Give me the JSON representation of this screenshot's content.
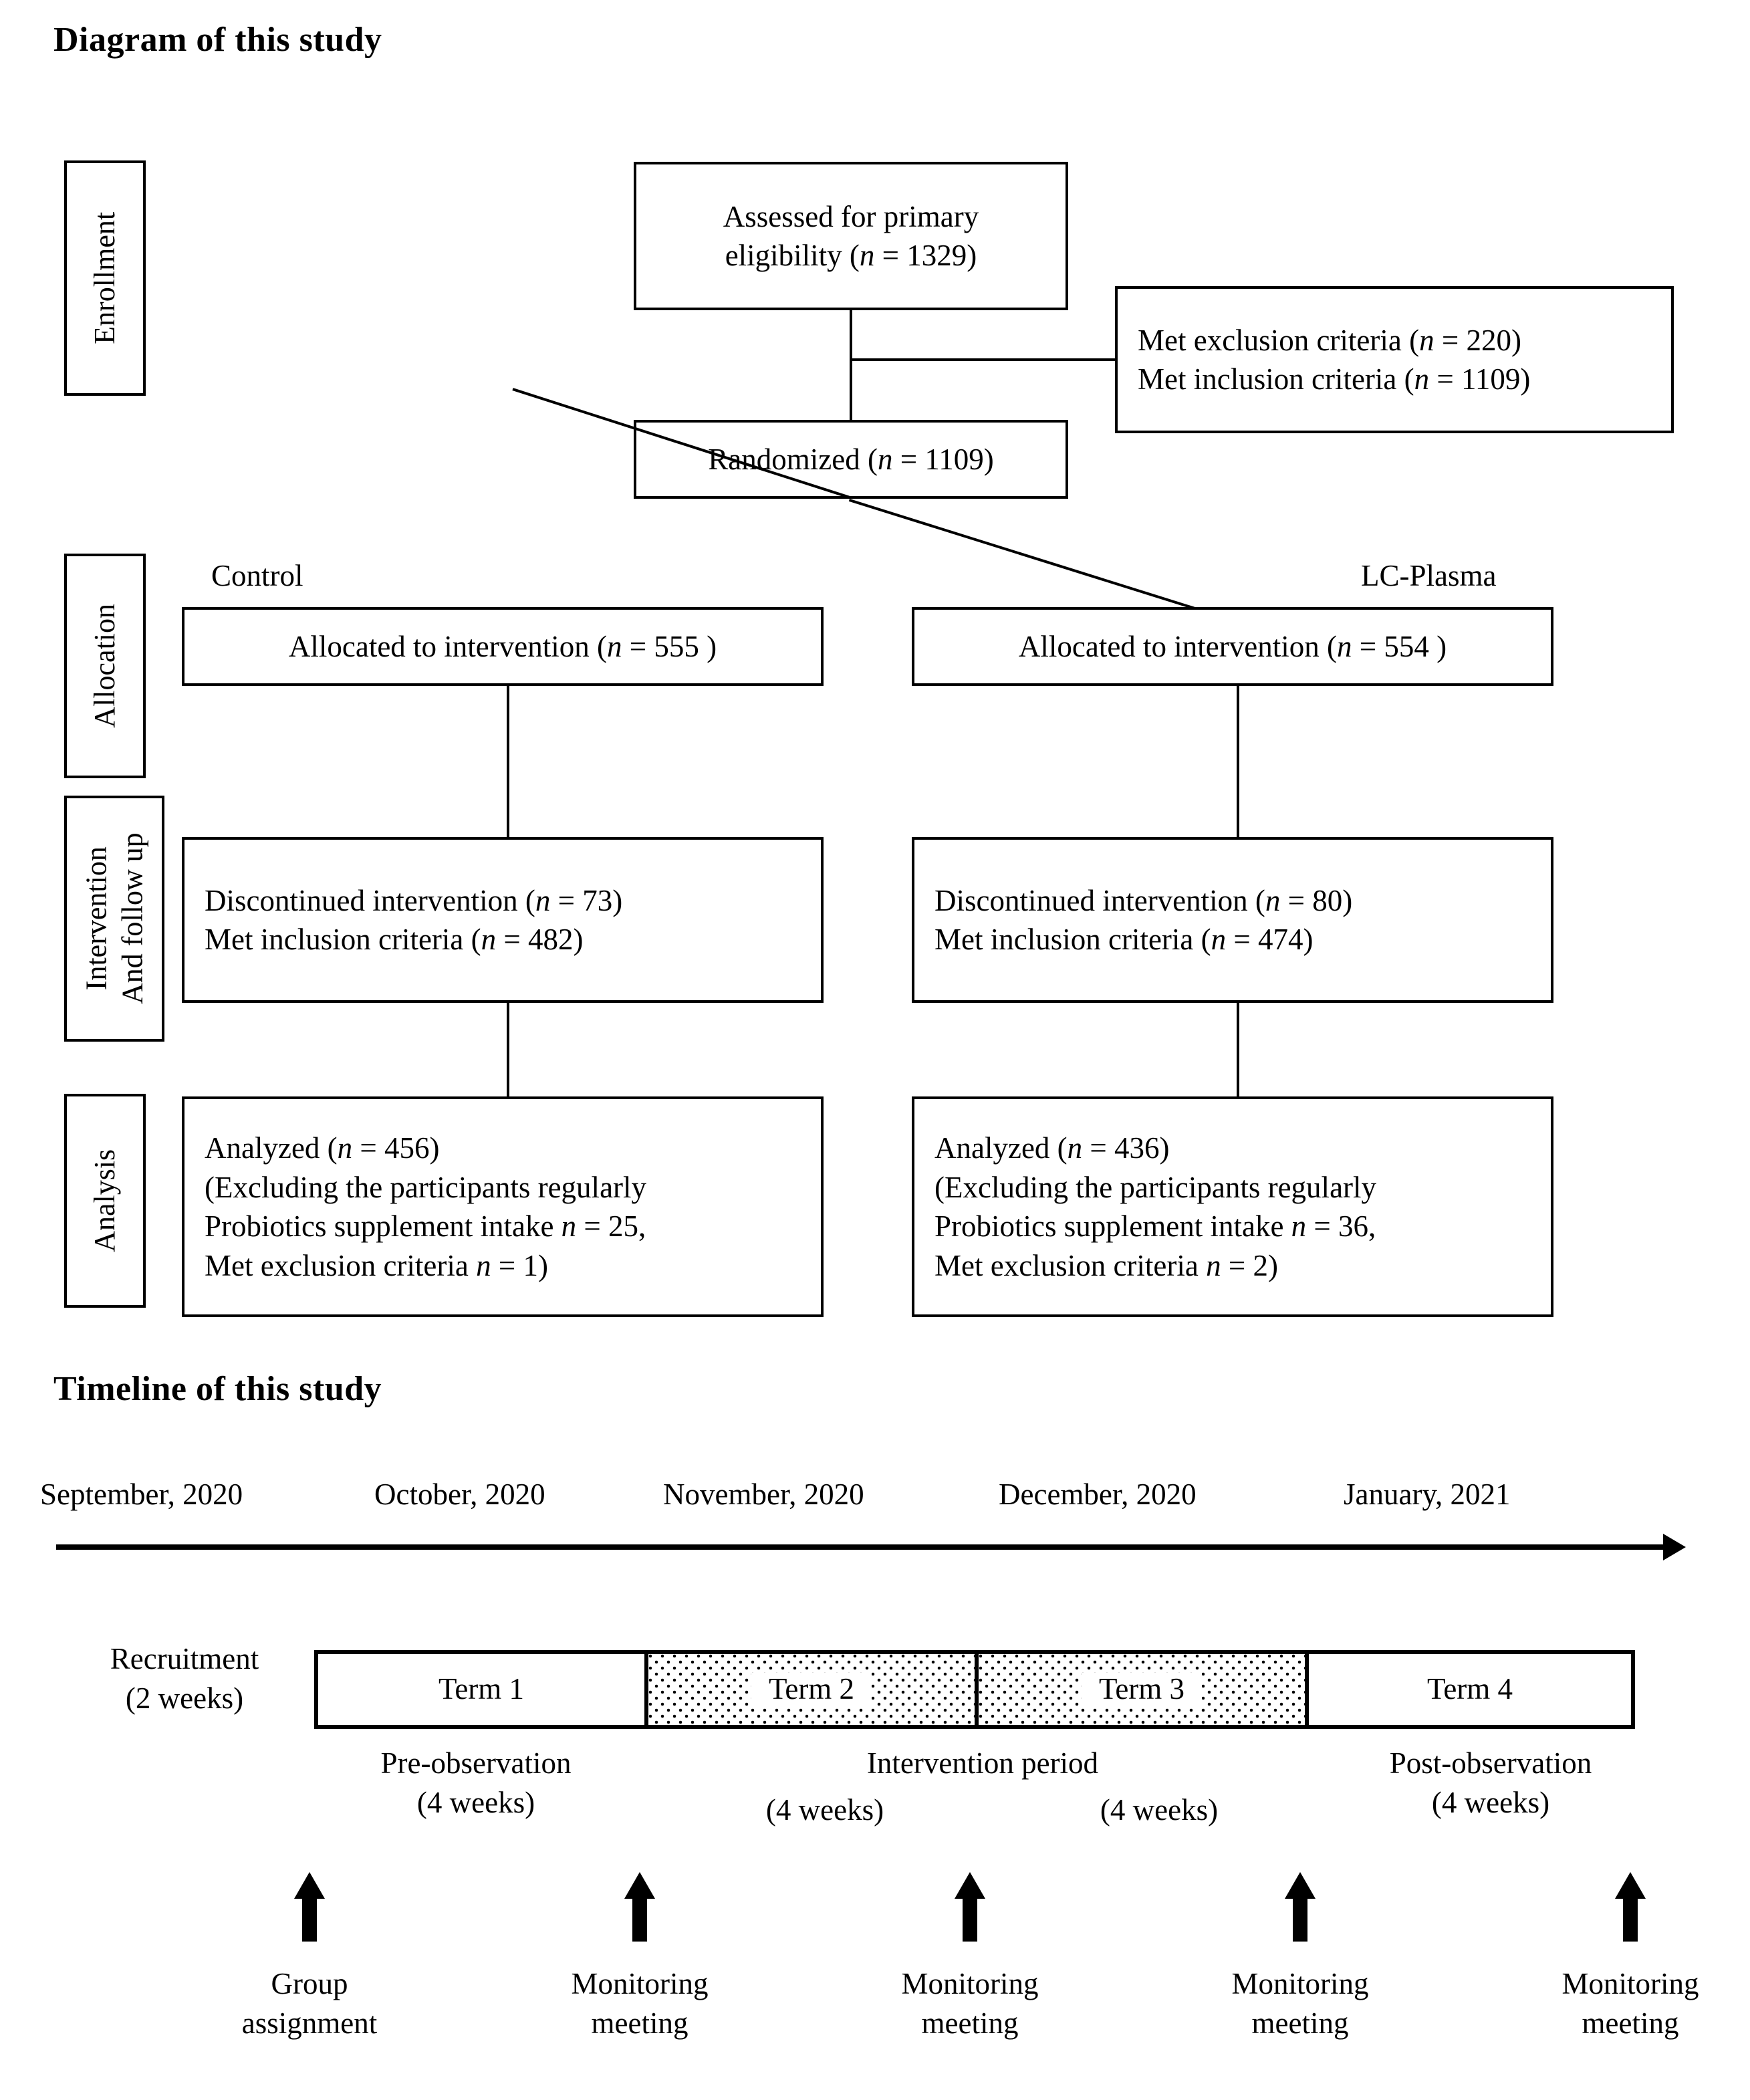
{
  "diagram": {
    "title": "Diagram of this study",
    "stages": [
      {
        "name": "enrollment",
        "label": "Enrollment"
      },
      {
        "name": "allocation",
        "label": "Allocation"
      },
      {
        "name": "intervention",
        "label_line1": "Intervention",
        "label_line2": "And follow up"
      },
      {
        "name": "analysis",
        "label": "Analysis"
      }
    ],
    "boxes": {
      "assessed": {
        "line1": "Assessed for primary",
        "line2": "eligibility  (n = 1329)",
        "n": 1329
      },
      "excluded": {
        "line1": "Met exclusion criteria  (n = 220)",
        "line2": "Met inclusion criteria  (n = 1109)",
        "excluded_n": 220,
        "included_n": 1109
      },
      "randomized": {
        "text": "Randomized (n = 1109)",
        "n": 1109
      },
      "control_arm_label": "Control",
      "lcplasma_arm_label": "LC-Plasma",
      "allocated_control": {
        "text": "Allocated to intervention (n = 555 )",
        "n": 555
      },
      "allocated_lcplasma": {
        "text": "Allocated to intervention (n = 554 )",
        "n": 554
      },
      "followup_control": {
        "line1": "Discontinued intervention (n = 73)",
        "line2": "Met inclusion criteria (n = 482)",
        "discontinued_n": 73,
        "included_n": 482
      },
      "followup_lcplasma": {
        "line1": "Discontinued intervention (n = 80)",
        "line2": "Met inclusion criteria (n = 474)",
        "discontinued_n": 80,
        "included_n": 474
      },
      "analyzed_control": {
        "line1": "Analyzed (n = 456)",
        "line2": "(Excluding the participants regularly",
        "line3": "Probiotics supplement intake n = 25,",
        "line4": "Met exclusion criteria  n = 1)",
        "analyzed_n": 456,
        "probiotics_n": 25,
        "met_exclusion_n": 1
      },
      "analyzed_lcplasma": {
        "line1": "Analyzed (n = 436)",
        "line2": "(Excluding the participants regularly",
        "line3": "Probiotics supplement intake n = 36,",
        "line4": "Met exclusion criteria  n = 2)",
        "analyzed_n": 436,
        "probiotics_n": 36,
        "met_exclusion_n": 2
      }
    }
  },
  "timeline": {
    "title": "Timeline of this study",
    "months": [
      "September, 2020",
      "October, 2020",
      "November, 2020",
      "December, 2020",
      "January, 2021"
    ],
    "recruitment": {
      "line1": "Recruitment",
      "line2": "(2 weeks)"
    },
    "terms": [
      {
        "label": "Term 1",
        "shaded": false
      },
      {
        "label": "Term 2",
        "shaded": true
      },
      {
        "label": "Term 3",
        "shaded": true
      },
      {
        "label": "Term 4",
        "shaded": false
      }
    ],
    "periods": [
      {
        "name": "pre-observation",
        "line1": "Pre-observation",
        "line2": "(4 weeks)"
      },
      {
        "name": "intervention",
        "line1": "Intervention period",
        "line2": "(4 weeks)"
      },
      {
        "name": "intervention-second",
        "line1": "",
        "line2": "(4 weeks)"
      },
      {
        "name": "post-observation",
        "line1": "Post-observation",
        "line2": "(4 weeks)"
      }
    ],
    "events": [
      {
        "name": "group-assignment",
        "line1": "Group",
        "line2": "assignment"
      },
      {
        "name": "monitoring-1",
        "line1": "Monitoring",
        "line2": "meeting"
      },
      {
        "name": "monitoring-2",
        "line1": "Monitoring",
        "line2": "meeting"
      },
      {
        "name": "monitoring-3",
        "line1": "Monitoring",
        "line2": "meeting"
      },
      {
        "name": "monitoring-4",
        "line1": "Monitoring",
        "line2": "meeting"
      }
    ]
  },
  "colors": {
    "stroke": "#000000",
    "background": "#ffffff"
  }
}
